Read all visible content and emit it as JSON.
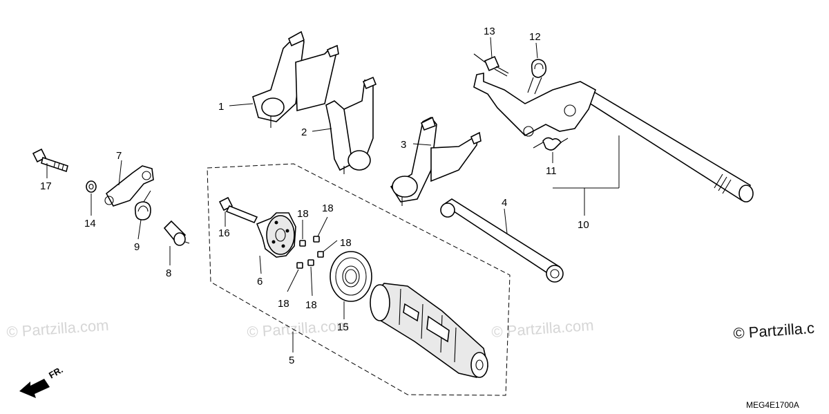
{
  "watermark": "© Partzilla.com",
  "copyright_label": "© Partzilla.c",
  "diagram_code": "MEG4E1700A",
  "direction_label": "FR.",
  "callouts": {
    "c1": "1",
    "c2": "2",
    "c3": "3",
    "c4": "4",
    "c5": "5",
    "c6": "6",
    "c7": "7",
    "c8": "8",
    "c9": "9",
    "c10": "10",
    "c11": "11",
    "c12": "12",
    "c13": "13",
    "c14": "14",
    "c15": "15",
    "c16": "16",
    "c17": "17",
    "c18a": "18",
    "c18b": "18",
    "c18c": "18",
    "c18d": "18",
    "c18e": "18"
  }
}
